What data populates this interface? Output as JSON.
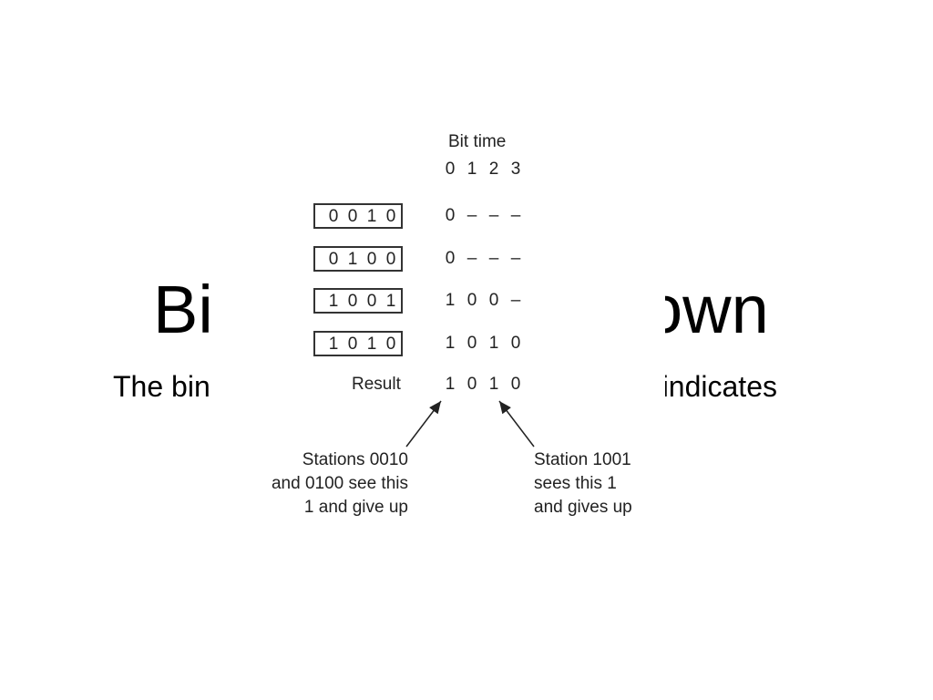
{
  "slide": {
    "title_left": "Bi",
    "title_right": "own",
    "body_left": "The bin",
    "body_right": "h indicates"
  },
  "figure": {
    "header": "Bit time",
    "bit_positions": [
      "0",
      "1",
      "2",
      "3"
    ],
    "stations": [
      {
        "address": [
          "0",
          "0",
          "1",
          "0"
        ],
        "transmitted": [
          "0",
          "–",
          "–",
          "–"
        ]
      },
      {
        "address": [
          "0",
          "1",
          "0",
          "0"
        ],
        "transmitted": [
          "0",
          "–",
          "–",
          "–"
        ]
      },
      {
        "address": [
          "1",
          "0",
          "0",
          "1"
        ],
        "transmitted": [
          "1",
          "0",
          "0",
          "–"
        ]
      },
      {
        "address": [
          "1",
          "0",
          "1",
          "0"
        ],
        "transmitted": [
          "1",
          "0",
          "1",
          "0"
        ]
      }
    ],
    "result_label": "Result",
    "result": [
      "1",
      "0",
      "1",
      "0"
    ],
    "caption_left": [
      "Stations 0010",
      "and 0100 see this",
      "1 and give up"
    ],
    "caption_right": [
      "Station 1001",
      "sees this 1",
      "and gives up"
    ]
  }
}
